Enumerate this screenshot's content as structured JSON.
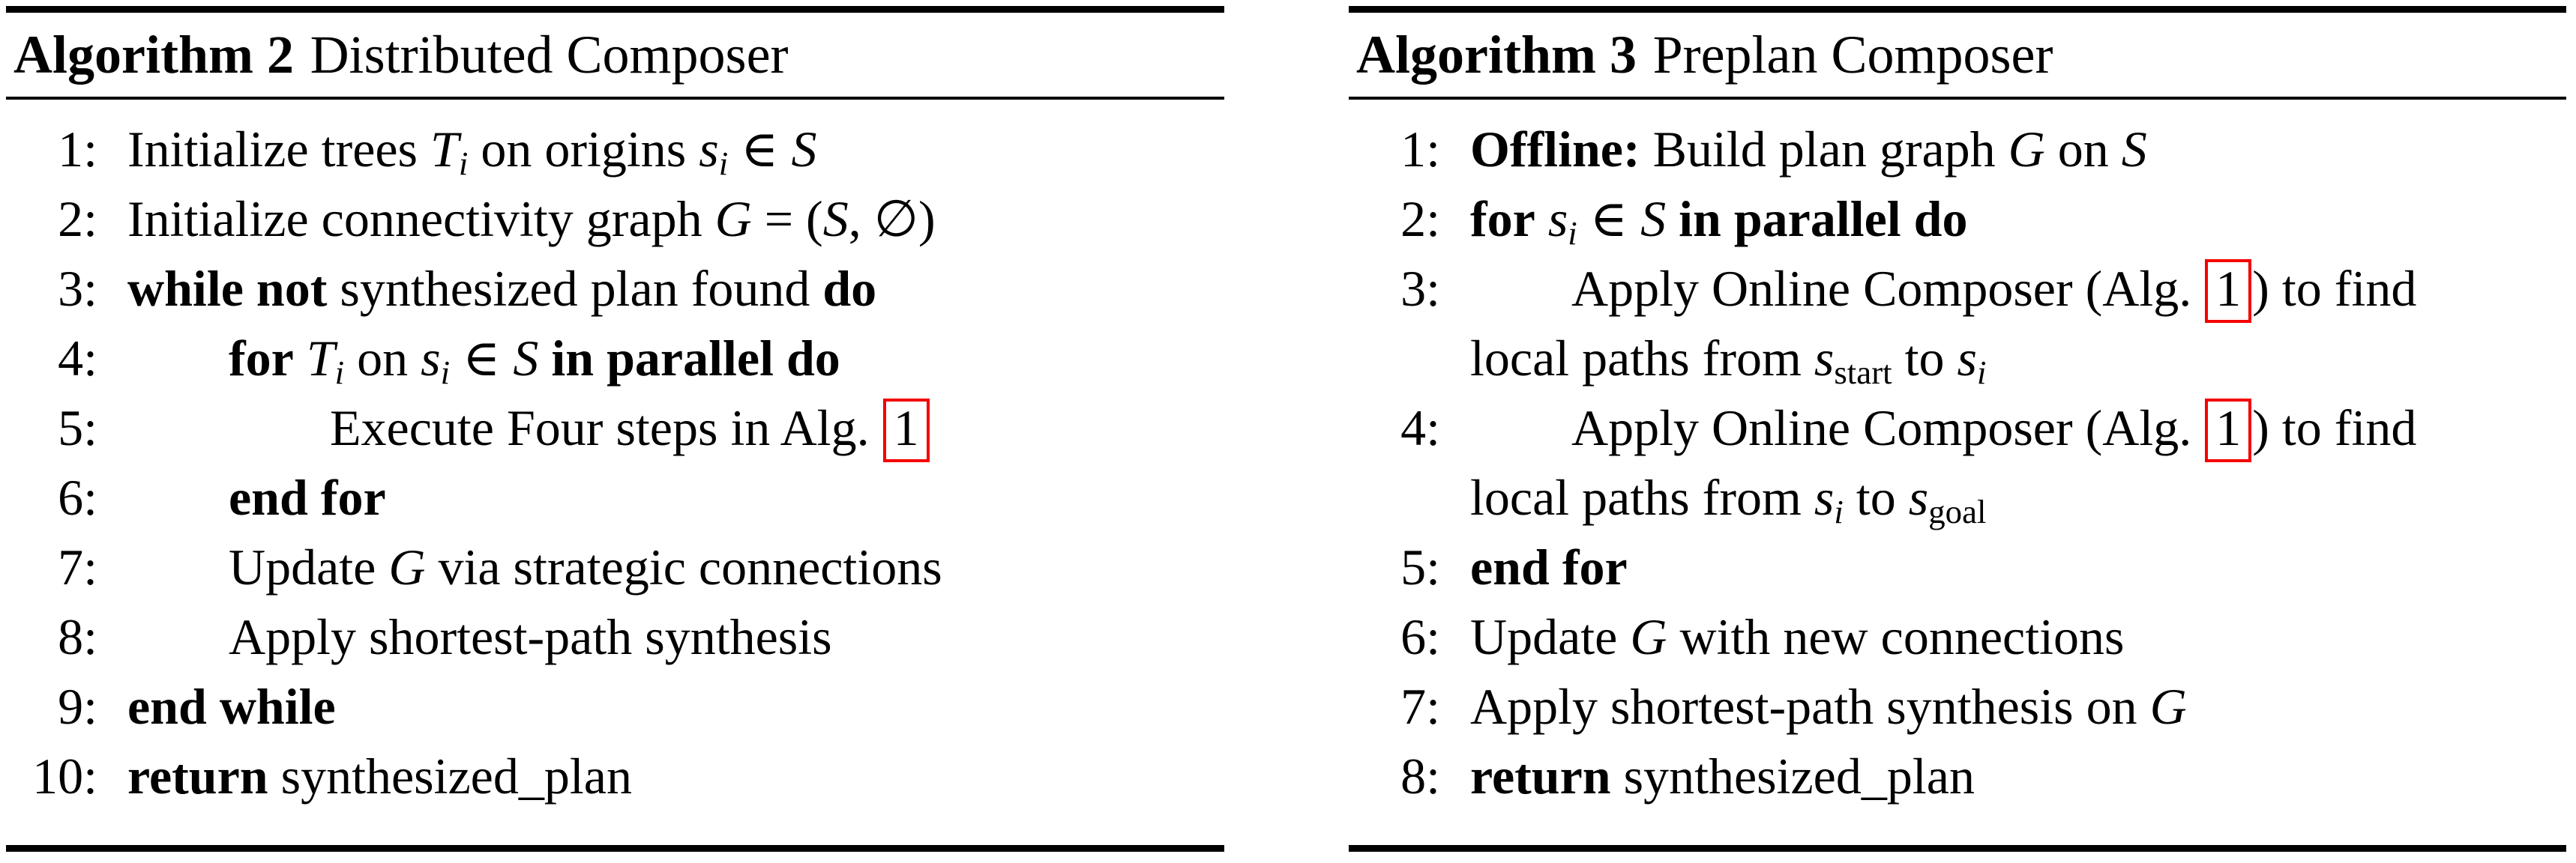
{
  "accent_red": "#f40000",
  "algorithms": [
    {
      "title_label": "Algorithm 2",
      "title_name": "Distributed Composer",
      "lines": [
        {
          "num": "1:",
          "indent": 0,
          "segments": [
            {
              "t": "Initialize trees "
            },
            {
              "scr": "T"
            },
            {
              "subi": "i"
            },
            {
              "t": " on origins "
            },
            {
              "i": "s"
            },
            {
              "subi": "i"
            },
            {
              "t": " ∈ "
            },
            {
              "i": "S"
            }
          ]
        },
        {
          "num": "2:",
          "indent": 0,
          "segments": [
            {
              "t": "Initialize connectivity graph "
            },
            {
              "i": "G"
            },
            {
              "t": " = ("
            },
            {
              "scr": "S"
            },
            {
              "t": ", ∅)"
            }
          ]
        },
        {
          "num": "3:",
          "indent": 0,
          "segments": [
            {
              "b": "while not"
            },
            {
              "t": " synthesized plan found "
            },
            {
              "b": "do"
            }
          ]
        },
        {
          "num": "4:",
          "indent": 1,
          "segments": [
            {
              "b": "for"
            },
            {
              "t": " "
            },
            {
              "scr": "T"
            },
            {
              "subi": "i"
            },
            {
              "t": " on "
            },
            {
              "i": "s"
            },
            {
              "subi": "i"
            },
            {
              "t": " ∈ "
            },
            {
              "i": "S"
            },
            {
              "t": " "
            },
            {
              "b": "in parallel do"
            }
          ]
        },
        {
          "num": "5:",
          "indent": 2,
          "segments": [
            {
              "t": "Execute Four steps in Alg. "
            },
            {
              "ref": "1"
            }
          ]
        },
        {
          "num": "6:",
          "indent": 1,
          "segments": [
            {
              "b": "end for"
            }
          ]
        },
        {
          "num": "7:",
          "indent": 1,
          "segments": [
            {
              "t": "Update "
            },
            {
              "i": "G"
            },
            {
              "t": " via strategic connections"
            }
          ]
        },
        {
          "num": "8:",
          "indent": 1,
          "segments": [
            {
              "t": "Apply shortest-path synthesis"
            }
          ]
        },
        {
          "num": "9:",
          "indent": 0,
          "segments": [
            {
              "b": "end while"
            }
          ]
        },
        {
          "num": "10:",
          "indent": 0,
          "segments": [
            {
              "b": "return"
            },
            {
              "t": " synthesized_plan"
            }
          ]
        }
      ]
    },
    {
      "title_label": "Algorithm 3",
      "title_name": "Preplan Composer",
      "lines": [
        {
          "num": "1:",
          "indent": 0,
          "segments": [
            {
              "b": "Offline"
            },
            {
              "b": ":"
            },
            {
              "t": " Build plan graph "
            },
            {
              "i": "G"
            },
            {
              "t": " on "
            },
            {
              "i": "S"
            }
          ]
        },
        {
          "num": "2:",
          "indent": 0,
          "segments": [
            {
              "b": "for"
            },
            {
              "t": " "
            },
            {
              "i": "s"
            },
            {
              "subi": "i"
            },
            {
              "t": " ∈ "
            },
            {
              "i": "S"
            },
            {
              "t": " "
            },
            {
              "b": "in parallel do"
            }
          ]
        },
        {
          "num": "3:",
          "indent": 1,
          "segments": [
            {
              "t": "Apply Online Composer (Alg. "
            },
            {
              "ref": "1"
            },
            {
              "t": ") to find"
            }
          ],
          "wrap_indent": 0,
          "wrap": [
            {
              "t": "local paths from "
            },
            {
              "i": "s"
            },
            {
              "subr": "start"
            },
            {
              "t": " to "
            },
            {
              "i": "s"
            },
            {
              "subi": "i"
            }
          ]
        },
        {
          "num": "4:",
          "indent": 1,
          "segments": [
            {
              "t": "Apply Online Composer (Alg. "
            },
            {
              "ref": "1"
            },
            {
              "t": ") to find"
            }
          ],
          "wrap_indent": 0,
          "wrap": [
            {
              "t": "local paths from "
            },
            {
              "i": "s"
            },
            {
              "subi": "i"
            },
            {
              "t": " to "
            },
            {
              "i": "s"
            },
            {
              "subr": "goal"
            }
          ]
        },
        {
          "num": "5:",
          "indent": 0,
          "segments": [
            {
              "b": "end for"
            }
          ]
        },
        {
          "num": "6:",
          "indent": 0,
          "segments": [
            {
              "t": "Update "
            },
            {
              "i": "G"
            },
            {
              "t": " with new connections"
            }
          ]
        },
        {
          "num": "7:",
          "indent": 0,
          "segments": [
            {
              "t": "Apply shortest-path synthesis on "
            },
            {
              "i": "G"
            }
          ]
        },
        {
          "num": "8:",
          "indent": 0,
          "segments": [
            {
              "b": "return"
            },
            {
              "t": " synthesized_plan"
            }
          ]
        }
      ]
    }
  ]
}
